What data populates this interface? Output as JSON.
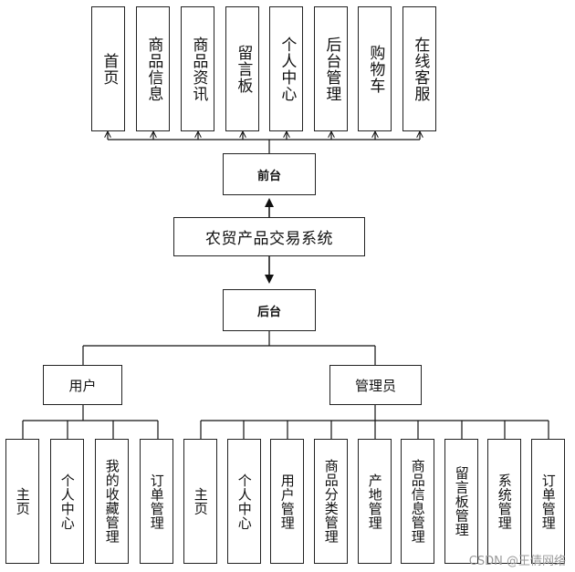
{
  "diagram": {
    "root": "农贸产品交易系统",
    "front": {
      "label": "前台",
      "modules": [
        "首页",
        "商品信息",
        "商品资讯",
        "留言板",
        "个人中心",
        "后台管理",
        "购物车",
        "在线客服"
      ]
    },
    "back": {
      "label": "后台",
      "user": {
        "label": "用户",
        "modules": [
          "主页",
          "个人中心",
          "我的收藏管理",
          "订单管理"
        ]
      },
      "admin": {
        "label": "管理员",
        "modules": [
          "主页",
          "个人中心",
          "用户管理",
          "商品分类管理",
          "产地管理",
          "商品信息管理",
          "留言板管理",
          "系统管理",
          "订单管理"
        ]
      }
    }
  },
  "watermark": "CSDN @王倩网络"
}
